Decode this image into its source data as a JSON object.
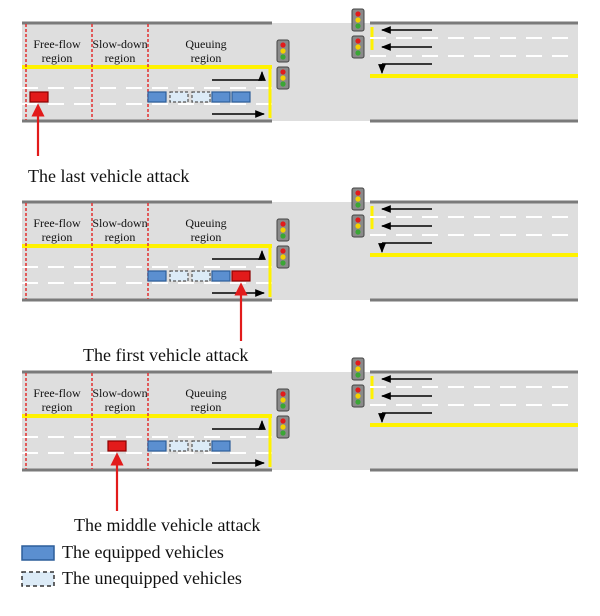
{
  "colors": {
    "road": "#dedede",
    "edge": "#7a7a7a",
    "yellow": "#fff200",
    "lane_dash": "#ffffff",
    "region_divider": "#e23a3a",
    "equipped_fill": "#5b8fd0",
    "equipped_stroke": "#2d5e9a",
    "unequipped_fill": "#dcebf7",
    "attack_fill": "#e21b1b",
    "arrow": "#000000",
    "pointer": "#e21b1b",
    "signal_housing": "#8a8a8a"
  },
  "regions": {
    "free_flow": [
      "Free-flow",
      "region"
    ],
    "slow_down": [
      "Slow-down",
      "region"
    ],
    "queuing": [
      "Queuing",
      "region"
    ]
  },
  "scenarios": [
    {
      "caption": "The last vehicle attack",
      "attack_position": "free-flow",
      "queue": [
        "equipped",
        "unequipped",
        "unequipped",
        "equipped",
        "equipped"
      ]
    },
    {
      "caption": "The first vehicle attack",
      "attack_position": "queue-front",
      "queue": [
        "equipped",
        "unequipped",
        "unequipped",
        "equipped",
        "attack"
      ]
    },
    {
      "caption": "The middle vehicle attack",
      "attack_position": "slow-down",
      "queue": [
        "equipped",
        "unequipped",
        "unequipped",
        "equipped"
      ]
    }
  ],
  "legend": {
    "equipped": "The equipped vehicles",
    "unequipped": "The unequipped vehicles"
  }
}
